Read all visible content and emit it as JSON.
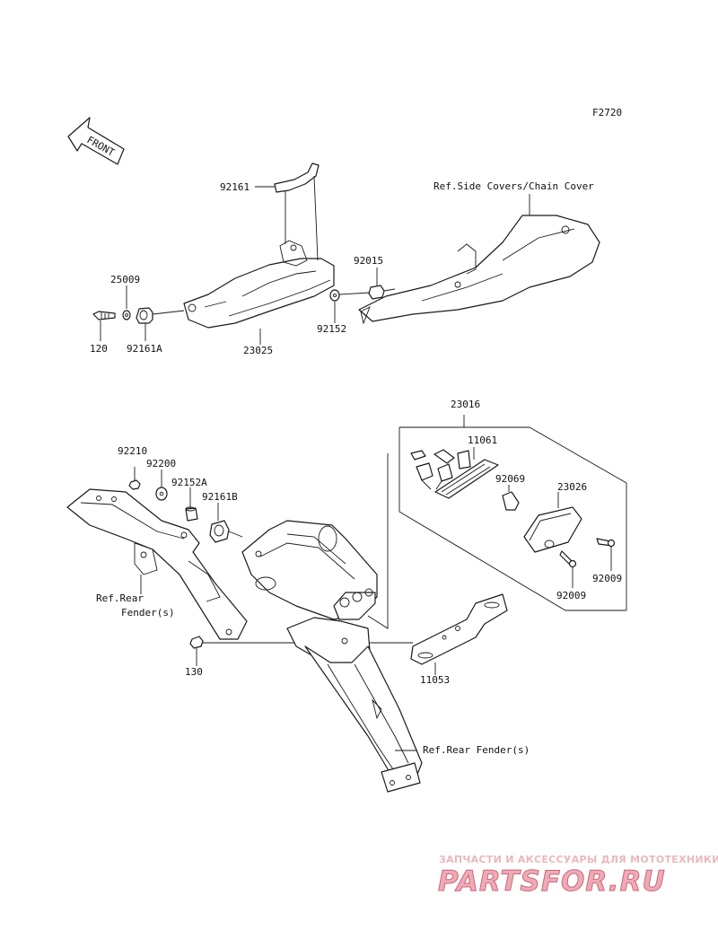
{
  "figure_code": "F2720",
  "front_arrow_label": "FRONT",
  "labels": {
    "p92161": "92161",
    "p25009": "25009",
    "p120": "120",
    "p92161A": "92161A",
    "p23025": "23025",
    "p92152": "92152",
    "p92015": "92015",
    "ref_side_covers": "Ref.Side Covers/Chain Cover",
    "p23016": "23016",
    "p11061": "11061",
    "p92069": "92069",
    "p23026": "23026",
    "p92009_a": "92009",
    "p92009_b": "92009",
    "p92210": "92210",
    "p92200": "92200",
    "p92152A": "92152A",
    "p92161B": "92161B",
    "ref_rear_fender_left_1": "Ref.Rear",
    "ref_rear_fender_left_2": "Fender(s)",
    "p130": "130",
    "p11053": "11053",
    "ref_rear_fender_bottom": "Ref.Rear Fender(s)"
  },
  "watermark": {
    "line1": "ЗАПЧАСТИ И АКСЕССУАРЫ ДЛЯ МОТОТЕХНИКИ",
    "brand": "PARTSFOR.RU"
  }
}
